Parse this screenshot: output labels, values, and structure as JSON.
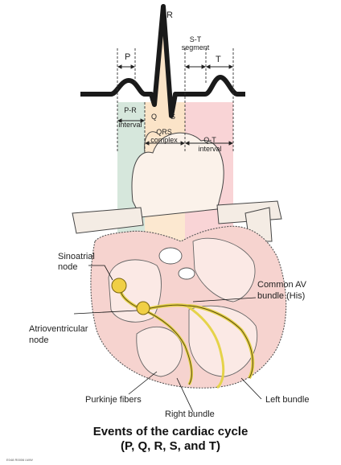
{
  "ecg": {
    "waves": {
      "p": "P",
      "r": "R",
      "q": "Q",
      "s": "S",
      "t": "T"
    },
    "segments": {
      "st_line1": "S-T",
      "st_line2": "segment",
      "pr_line1": "P-R",
      "pr_line2": "interval",
      "qrs_line1": "QRS",
      "qrs_line2": "complex",
      "qt_line1": "Q-T",
      "qt_line2": "interval"
    }
  },
  "labels": {
    "sinoatrial_line1": "Sinoatrial",
    "sinoatrial_line2": "node",
    "av_node_line1": "Atrioventricular",
    "av_node_line2": "node",
    "av_bundle_line1": "Common AV",
    "av_bundle_line2": "bundle (His)",
    "purkinje": "Purkinje fibers",
    "right_bundle": "Right bundle",
    "left_bundle": "Left bundle"
  },
  "caption": {
    "line1": "Events of the cardiac cycle",
    "line2": "(P, Q, R, S, and T)"
  },
  "credit": "E048 R0006 LWW",
  "colors": {
    "pr_band": "#cfe3d6",
    "qrs_band": "#fbe4c8",
    "qt_band": "#f7c9cc",
    "heart_fill": "#f6d3cf",
    "conduction": "#e5d34a",
    "node": "#f0cf45"
  }
}
